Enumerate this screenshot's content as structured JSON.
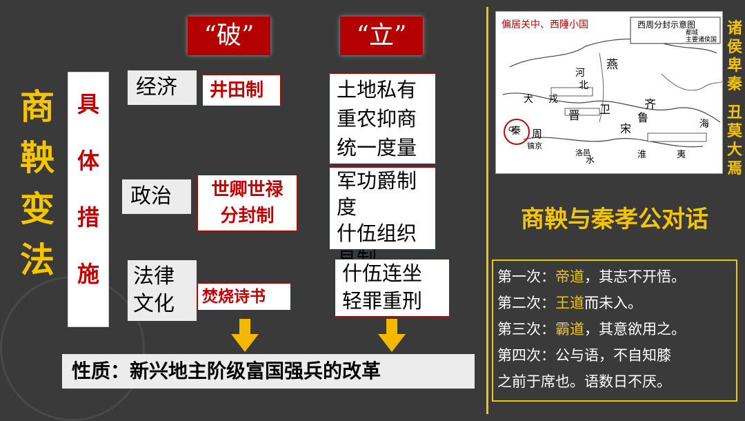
{
  "main_title": [
    "商",
    "鞅",
    "变",
    "法"
  ],
  "measures_label": [
    "具",
    "体",
    "措",
    "施"
  ],
  "headers": {
    "break": "“破”",
    "establish": "“立”"
  },
  "rows": {
    "economy": {
      "label": "经济",
      "broken": "井田制",
      "established": [
        "土地私有",
        "重农抑商",
        "统一度量衡"
      ]
    },
    "politics": {
      "label": "政治",
      "broken": [
        "世卿世禄",
        "分封制"
      ],
      "established": [
        "军功爵制度",
        "什伍组织",
        "县制"
      ]
    },
    "law": {
      "label": [
        "法律",
        "文化"
      ],
      "broken": "焚烧诗书",
      "established": [
        "什伍连坐",
        "轻罪重刑"
      ]
    }
  },
  "nature": "性质：新兴地主阶级富国强兵的改革",
  "map": {
    "caption": "偏居关中、西陲小国",
    "title": "西周分封示意图",
    "legend": [
      "都城",
      "主要诸侯国"
    ],
    "places": [
      "秦",
      "周",
      "镐京",
      "洛邑",
      "晋",
      "燕",
      "齐",
      "鲁",
      "宋",
      "卫",
      "犬",
      "戎",
      "河",
      "北",
      "海",
      "淮",
      "夷",
      "水"
    ]
  },
  "side_columns": [
    [
      "诸",
      "侯",
      "卑",
      "秦"
    ],
    [
      "丑",
      "莫",
      "大",
      "焉"
    ]
  ],
  "dialog": {
    "title": "商鞅与秦孝公对话",
    "lines": [
      {
        "prefix": "第一次：",
        "key": "帝道",
        "rest": "，其志不开悟。"
      },
      {
        "prefix": "第二次：",
        "key": "王道",
        "rest": "而未入。"
      },
      {
        "prefix": "第三次：",
        "key": "霸道",
        "rest": "，其意欲用之。"
      },
      {
        "prefix": "第四次：",
        "key": "",
        "rest": "公与语，不自知膝"
      },
      {
        "prefix": "",
        "key": "",
        "rest": "之前于席也。语数日不厌。"
      }
    ]
  },
  "colors": {
    "accent": "#f5c500",
    "header_red": "#b40000",
    "text_red": "#c00000",
    "background": "#3a3a3a"
  }
}
